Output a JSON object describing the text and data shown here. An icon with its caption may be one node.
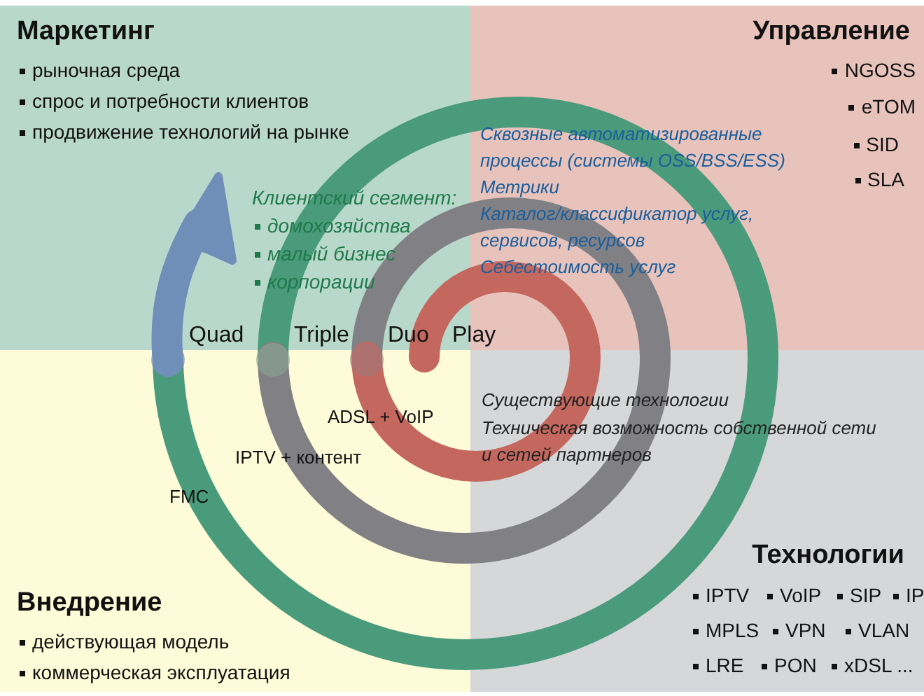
{
  "diagram": {
    "nodes": [
      {
        "text": [
          "Маркетинг",
          "рыночная среда",
          "спрос и потребности клиентов",
          "продвижение технологий на рынке"
        ]
      },
      {
        "text": [
          "Управление",
          "NGOSS",
          "eTOM",
          "SID",
          "SLA"
        ]
      },
      {
        "text": [
          "Внедрение",
          "действующая модель",
          "коммерческая эксплуатация"
        ]
      },
      {
        "text": [
          "Технологии",
          "IPTV",
          "VoIP",
          "SIP",
          "IP",
          "MPLS",
          "VPN",
          "VLAN",
          "LRE",
          "PON",
          "xDSL ..."
        ]
      }
    ],
    "labels": [
      "Сквозные автоматизированные процессы (системы OSS/BSS/ESS)",
      "Метрики",
      "Каталог/классификатор услуг, сервисов, ресурсов",
      "Себестоимость услуг",
      "Клиентский сегмент:",
      "домохозяйства",
      "малый бизнес",
      "корпорации",
      "Quad",
      "Triple",
      "Duo",
      "Play",
      "ADSL + VoIP",
      "IPTV + контент",
      "FMC",
      "Существующие технологии",
      "Техническая возможность собственной сети и сетей партнеров"
    ]
  }
}
